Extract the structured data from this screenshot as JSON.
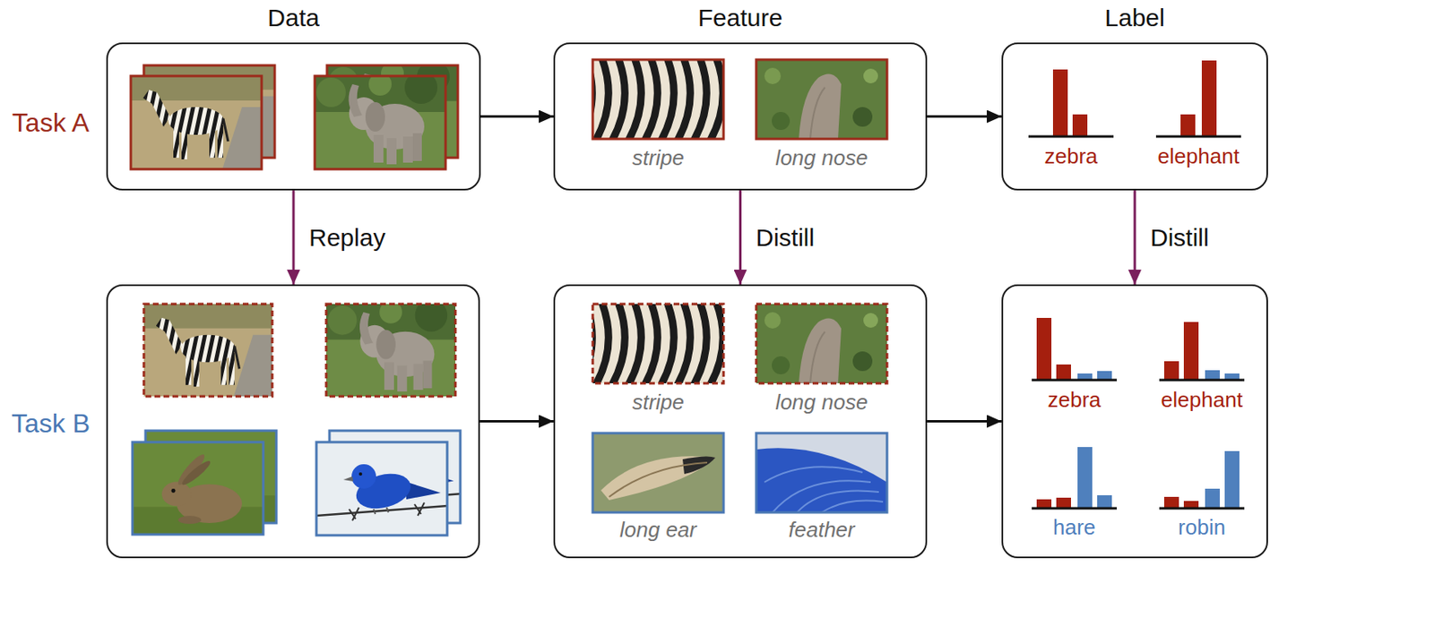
{
  "diagram": {
    "nodes": [
      {
        "text": [
          "Data"
        ]
      },
      {
        "text": [
          "Feature"
        ]
      },
      {
        "text": [
          "Label"
        ]
      },
      {
        "text": []
      },
      {
        "text": []
      },
      {
        "text": []
      }
    ],
    "edges": [
      {
        "from": 0,
        "to": 1,
        "arrow": "to"
      },
      {
        "from": 1,
        "to": 2,
        "arrow": "to"
      },
      {
        "from": 3,
        "to": 4,
        "arrow": "to"
      },
      {
        "from": 4,
        "to": 5,
        "arrow": "to"
      },
      {
        "from": 0,
        "to": 3,
        "label": "Replay",
        "arrow": "to"
      },
      {
        "from": 1,
        "to": 4,
        "label": "Distill",
        "arrow": "to"
      },
      {
        "from": 2,
        "to": 5,
        "label": "Distill",
        "arrow": "to"
      }
    ],
    "labels": [
      "Task A",
      "Task B",
      "stripe",
      "long nose",
      "stripe",
      "long nose",
      "long ear",
      "feather",
      "zebra",
      "elephant",
      "zebra",
      "elephant",
      "hare",
      "robin"
    ]
  }
}
